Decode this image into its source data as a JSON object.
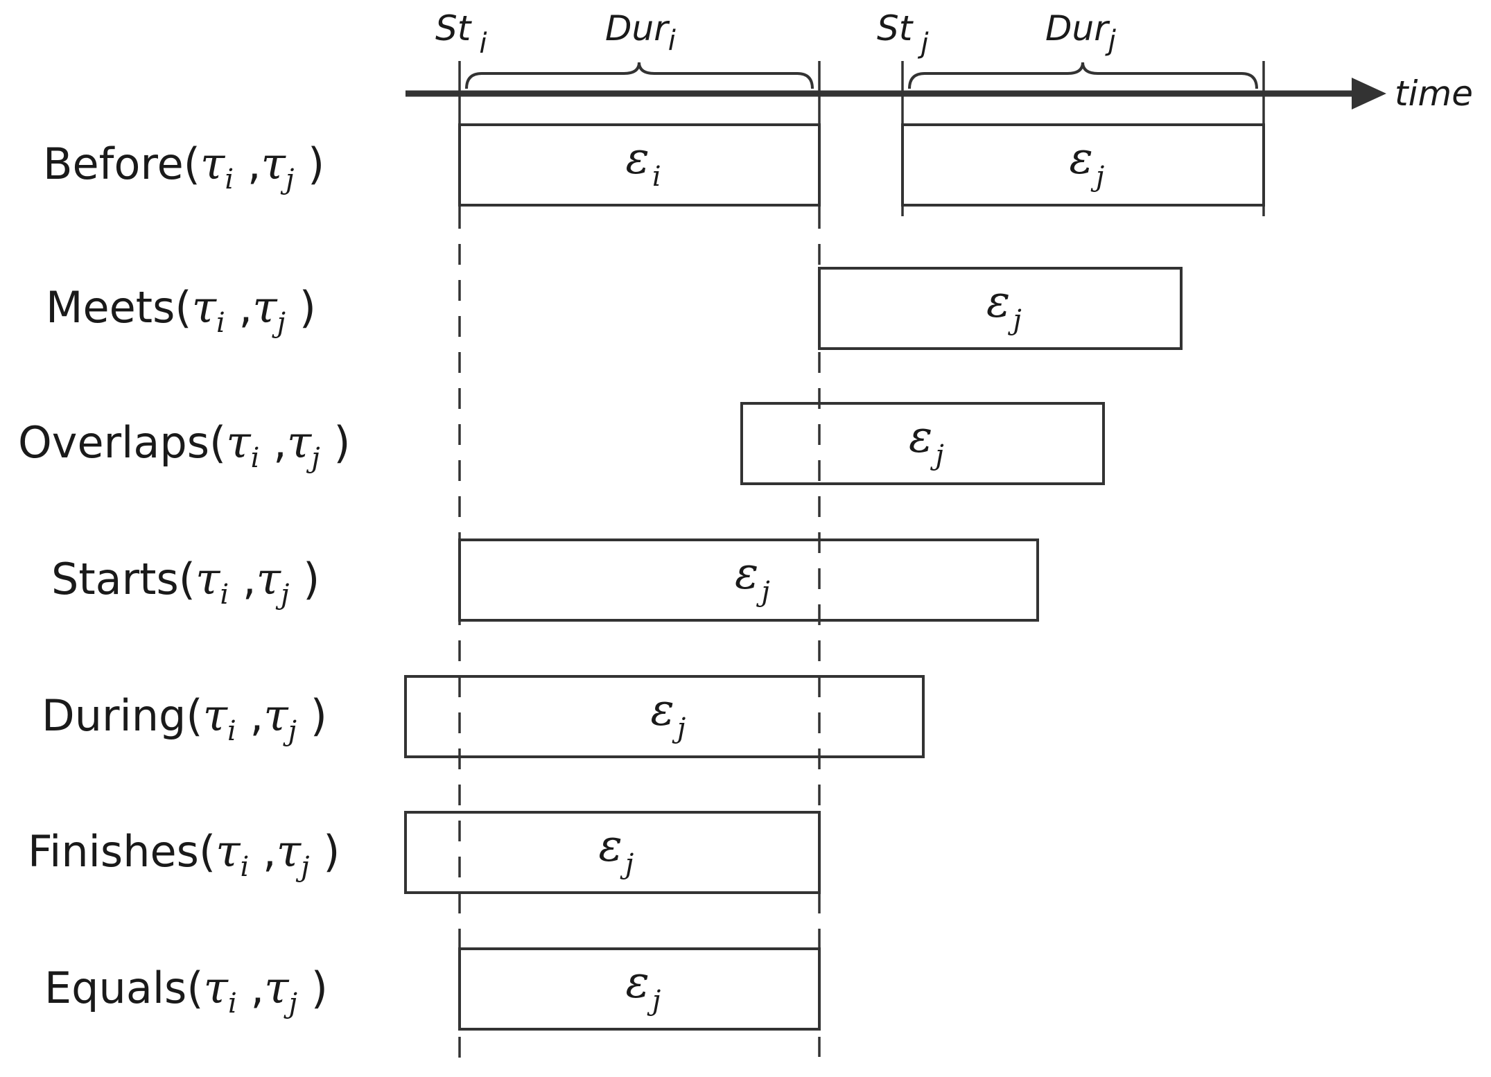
{
  "axis": {
    "time_label": "time",
    "st_i": {
      "base": "St",
      "sub": "i"
    },
    "st_j": {
      "base": "St",
      "sub": "j"
    },
    "dur_i": {
      "base": "Dur",
      "sub": "i"
    },
    "dur_j": {
      "base": "Dur",
      "sub": "j"
    }
  },
  "symbols": {
    "event": "ε",
    "interval": "τ",
    "i": "i",
    "j": "j"
  },
  "relations": [
    {
      "name": "Before",
      "event_sub": "i",
      "event_j_sub": "j"
    },
    {
      "name": "Meets",
      "event_sub": "j"
    },
    {
      "name": "Overlaps",
      "event_sub": "j"
    },
    {
      "name": "Starts",
      "event_sub": "j"
    },
    {
      "name": "During",
      "event_sub": "j"
    },
    {
      "name": "Finishes",
      "event_sub": "j"
    },
    {
      "name": "Equals",
      "event_sub": "j"
    }
  ],
  "colors": {
    "ink": "#333333"
  }
}
